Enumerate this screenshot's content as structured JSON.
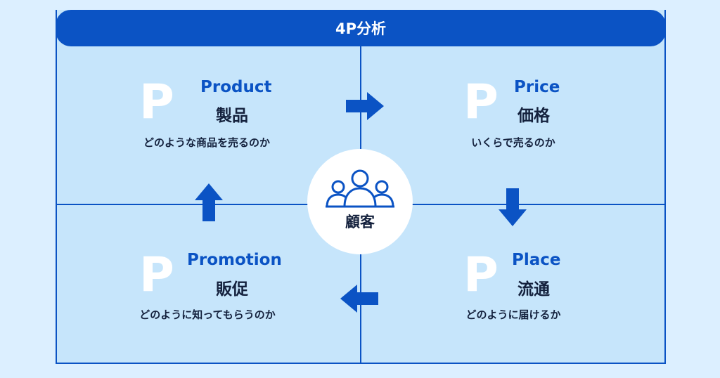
{
  "title": "4P分析",
  "center": {
    "label": "顧客",
    "icon": "people-icon"
  },
  "quadrants": [
    {
      "letter": "P",
      "en": "Product",
      "jp": "製品",
      "desc": "どのような商品を売るのか"
    },
    {
      "letter": "P",
      "en": "Price",
      "jp": "価格",
      "desc": "いくらで売るのか"
    },
    {
      "letter": "P",
      "en": "Place",
      "jp": "流通",
      "desc": "どのように届けるか"
    },
    {
      "letter": "P",
      "en": "Promotion",
      "jp": "販促",
      "desc": "どのように知ってもらうのか"
    }
  ],
  "arrows": [
    "arrow-right-icon",
    "arrow-down-icon",
    "arrow-left-icon",
    "arrow-up-icon"
  ],
  "colors": {
    "primary": "#0b53c4",
    "panel": "#c6e5fb",
    "background": "#dcefff",
    "text": "#14213d"
  }
}
